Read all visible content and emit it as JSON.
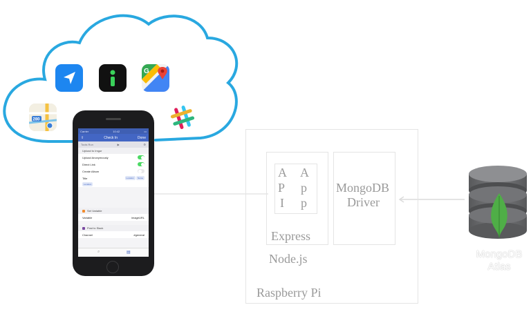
{
  "stack": {
    "pi_label": "Raspberry Pi",
    "node_label": "Node.js",
    "express_label": "Express",
    "app_api_left_letters": [
      "A",
      "P",
      "I"
    ],
    "app_api_right_letters": [
      "A",
      "p",
      "p"
    ],
    "driver_line1": "MongoDB",
    "driver_line2": "Driver"
  },
  "database": {
    "line1": "MongoDB",
    "line2": "Atlas"
  },
  "phone_ui": {
    "status_left": "Carrier",
    "status_time": "10:42",
    "nav_title": "Check In",
    "nav_done": "Done",
    "tool_left": "Tools  Run",
    "section_upload": "Upload to Imgur",
    "row_anonymous": "Upload Anonymously",
    "row_direct": "Direct Link",
    "row_album": "Create Album",
    "row_title": "Title",
    "title_chip_1": "Location",
    "title_chip_2": "Name",
    "title_chip_3": "Location",
    "section_variable": "Set Variable",
    "row_variable": "Variable",
    "variable_value": "imageURL",
    "section_slack": "Post to Slack",
    "row_channel": "Channel",
    "channel_value": "#general"
  },
  "icons": [
    "navigation-app-icon",
    "info-app-icon",
    "google-maps-icon",
    "apple-maps-icon",
    "slack-icon",
    "mongodb-leaf-icon"
  ],
  "colors": {
    "cloud_stroke": "#29a8e0",
    "mongodb_green": "#4fae47",
    "db_gray": "#6d6e71",
    "phone_body": "#1c1c1e",
    "nav_blue": "#4366c4"
  }
}
